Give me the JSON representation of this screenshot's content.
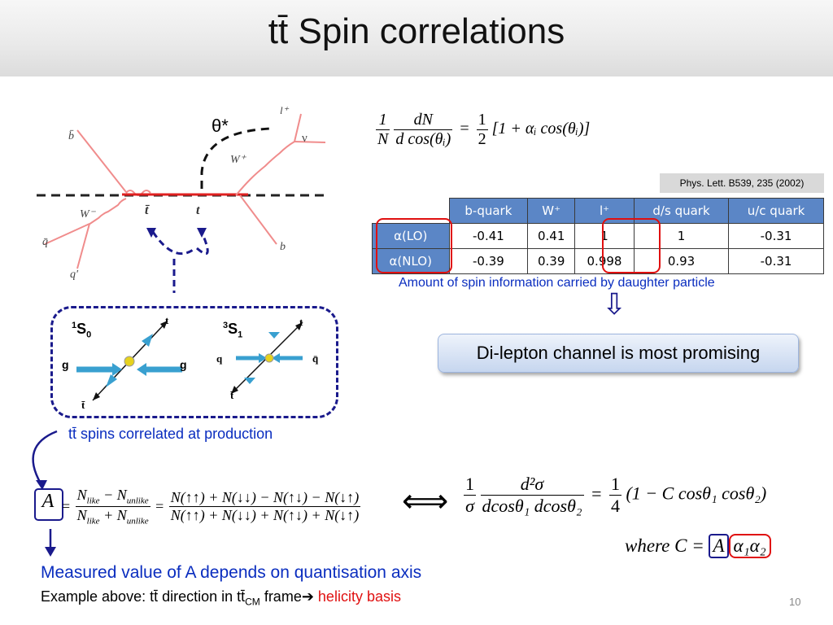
{
  "slide": {
    "title": "tt̄ Spin correlations",
    "page_number": "10"
  },
  "feynman": {
    "theta_label": "θ*",
    "b_bar": "b̄",
    "l_plus": "l⁺",
    "nu": "ν",
    "w_plus": "W⁺",
    "w_minus": "W⁻",
    "t_bar": "t̄",
    "t": "t",
    "q_bar": "q̄",
    "q_prime": "q′",
    "b": "b"
  },
  "spin_states": {
    "singlet_sup": "1",
    "singlet_main": "S",
    "singlet_sub": "0",
    "triplet_sup": "3",
    "triplet_main": "S",
    "triplet_sub": "1",
    "gluon": "g",
    "t": "t",
    "t_bar": "t̄",
    "q": "q",
    "q_bar": "q̄"
  },
  "equation_top": {
    "one": "1",
    "N": "N",
    "dN": "dN",
    "denom": "d cos(θᵢ)",
    "eq": "=",
    "half_num": "1",
    "half_den": "2",
    "bracket": "[1 + αᵢ cos(θᵢ)]"
  },
  "reference": "Phys. Lett. B539, 235 (2002)",
  "alpha_table": {
    "headers": [
      "b-quark",
      "W⁺",
      "l⁺",
      "d/s quark",
      "u/c quark"
    ],
    "rows": [
      {
        "label": "α(LO)",
        "values": [
          "-0.41",
          "0.41",
          "1",
          "1",
          "-0.31"
        ]
      },
      {
        "label": "α(NLO)",
        "values": [
          "-0.39",
          "0.39",
          "0.998",
          "0.93",
          "-0.31"
        ]
      }
    ],
    "caption": "Amount of spin information carried by daughter particle"
  },
  "arrow_down": "⇩",
  "callout": "Di-lepton channel is most promising",
  "production_note": "tt̄ spins correlated at production",
  "asym_eq": {
    "A": "A",
    "eq1": "=",
    "n_like_minus_unlike_a": "N",
    "like_a": "like",
    "minus": " − N",
    "unlike_a": "unlike",
    "n_like_plus_unlike_a": "N",
    "like_b": "like",
    "plus": " + N",
    "unlike_b": "unlike",
    "eq2": "=",
    "num_right": "N(↑↑) + N(↓↓) − N(↑↓) − N(↓↑)",
    "den_right": "N(↑↑) + N(↓↓) + N(↑↓) + N(↓↑)"
  },
  "equiv_symbol": "⟺",
  "equation_bottom": {
    "one_a": "1",
    "sigma": "σ",
    "d2sigma": "d²σ",
    "denom": "dcosθ₁ dcosθ₂",
    "eq": "=",
    "quarter_num": "1",
    "quarter_den": "4",
    "rest": "(1 − C cosθ₁ cosθ₂)",
    "where": "where C =",
    "A": "A",
    "alphas": "α₁α₂"
  },
  "measured": "Measured value of A depends on quantisation axis",
  "example": {
    "prefix": "Example above: tt̄ direction in tt̄",
    "sub": "CM",
    "frame": " frame",
    "arrow": "➔",
    "basis": " helicity basis"
  },
  "colors": {
    "blue_text": "#0a2dbf",
    "red": "#e01010",
    "navy_dash": "#1a1a8c",
    "header_blue": "#5b86c6",
    "propagator_red": "#e02020",
    "pink_line": "#f08c8c"
  }
}
